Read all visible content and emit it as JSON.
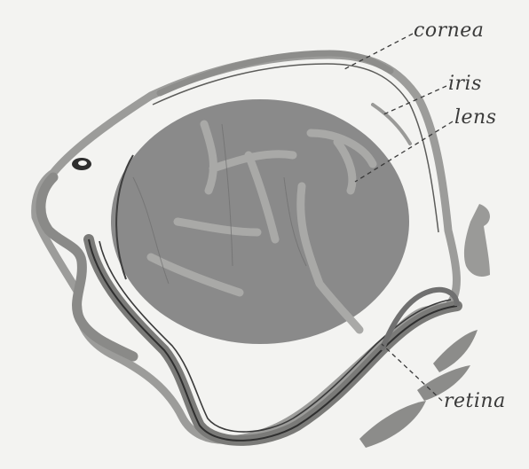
{
  "labels": {
    "cornea": "cornea",
    "iris": "iris",
    "lens": "lens",
    "retina": "retina"
  },
  "colors": {
    "background": "#f3f3f1",
    "tissue": "#8f8f8f",
    "tissue_light": "#b5b5b3",
    "lens": "#8a8a8a",
    "lens_veins": "#a9a9a7",
    "outline": "#4a4a4a"
  }
}
